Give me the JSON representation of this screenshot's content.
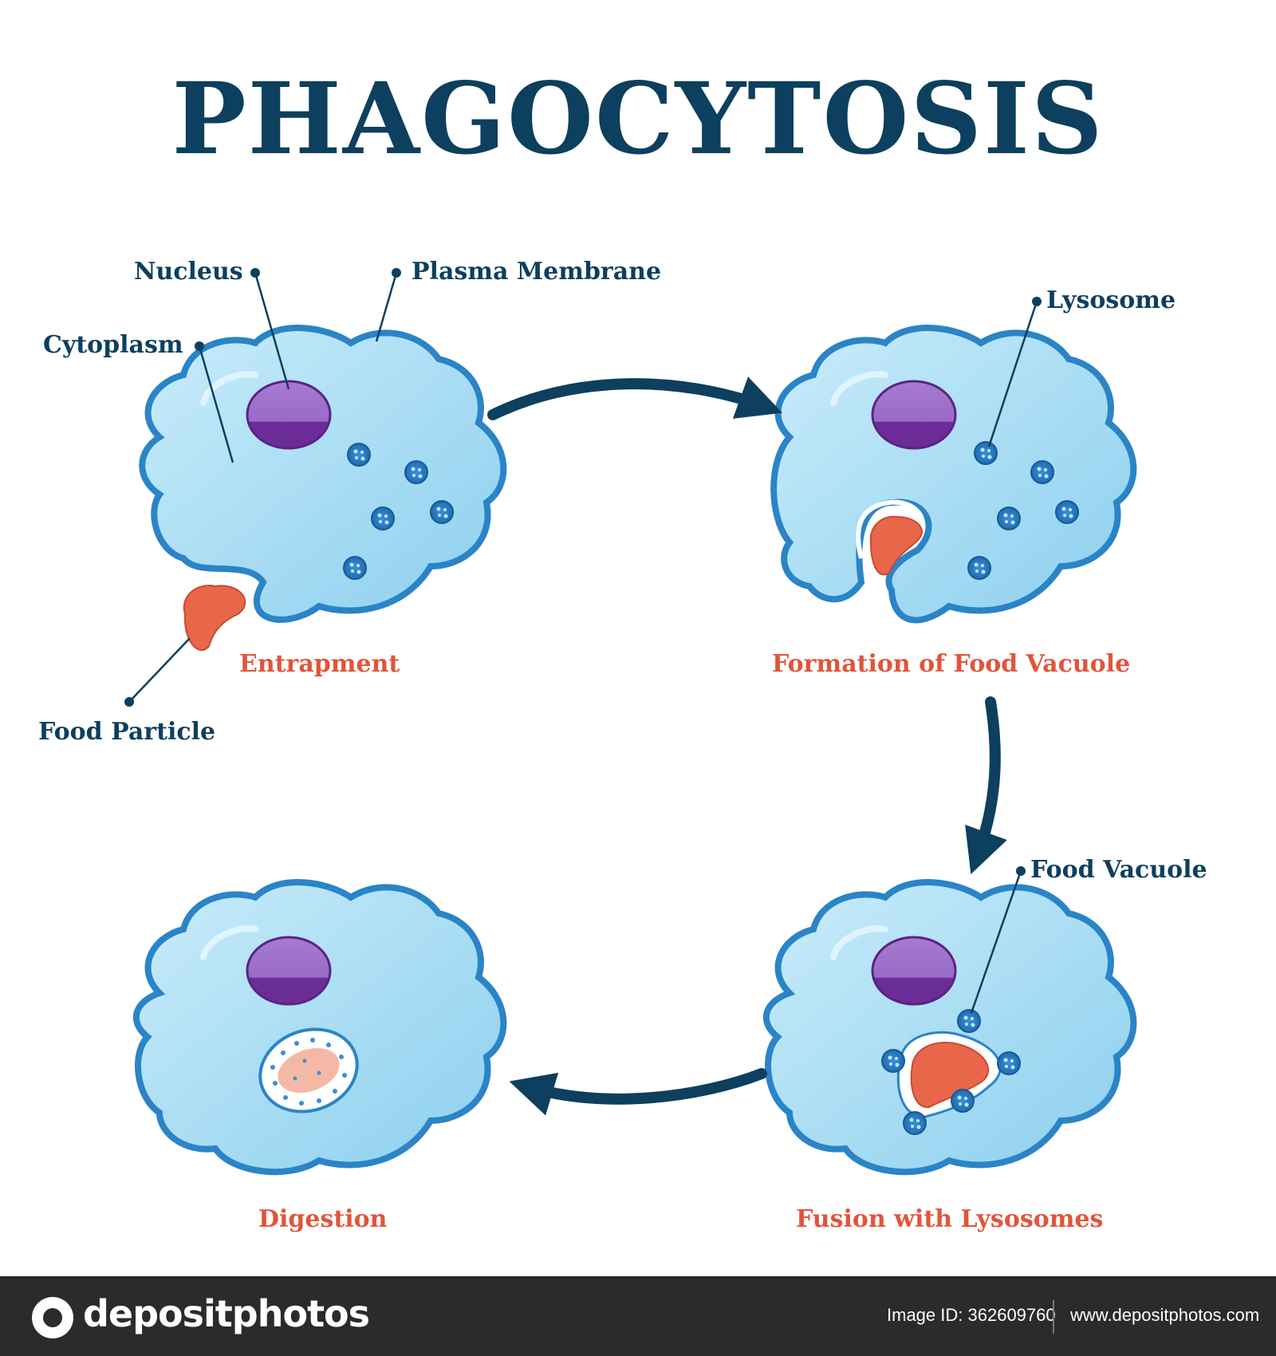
{
  "diagram": {
    "title": "PHAGOCYTOSIS",
    "labels": {
      "nucleus": "Nucleus",
      "plasma_membrane": "Plasma Membrane",
      "cytoplasm": "Cytoplasm",
      "lysosome": "Lysosome",
      "food_particle": "Food Particle",
      "food_vacuole": "Food Vacuole"
    },
    "stages": [
      {
        "label": "Entrapment"
      },
      {
        "label": "Formation of Food Vacuole"
      },
      {
        "label": "Fusion with Lysosomes"
      },
      {
        "label": "Digestion"
      }
    ]
  },
  "footer": {
    "brand": "depositphotos",
    "image_id_label": "Image ID:",
    "image_id": "362609760",
    "website": "www.depositphotos.com"
  },
  "colors": {
    "title": "#0d3f5e",
    "stage_label": "#e0553a",
    "cell_fill": "#9fd8f2",
    "cell_edge": "#2a84c6",
    "nucleus": "#8a4cb0",
    "food": "#e8674a",
    "footer_bg": "#2b2b2b"
  }
}
